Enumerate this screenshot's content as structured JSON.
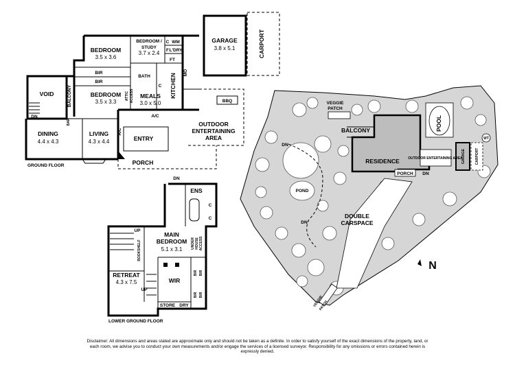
{
  "floorplan": {
    "ground_floor": {
      "title": "GROUND FLOOR",
      "rooms": {
        "void": {
          "name": "VOID"
        },
        "balcony": {
          "name": "BALCONY"
        },
        "dining": {
          "name": "DINING",
          "dims": "4.4 x 4.3"
        },
        "living": {
          "name": "LIVING",
          "dims": "4.3 x 4.4"
        },
        "bedroom1": {
          "name": "BEDROOM",
          "dims": "3.5 x 3.6"
        },
        "bedroom2": {
          "name": "BEDROOM",
          "dims": "3.5 x 3.3"
        },
        "bedroom_study": {
          "name": "BEDROOM /",
          "name2": "STUDY",
          "dims": "3.7 x 2.4"
        },
        "meals": {
          "name": "MEALS",
          "dims": "3.0 x 5.0"
        },
        "kitchen": {
          "name": "KITCHEN"
        },
        "entry": {
          "name": "ENTRY"
        },
        "porch": {
          "name": "PORCH"
        },
        "outdoor": {
          "line1": "OUTDOOR",
          "line2": "ENTERTAINING",
          "line3": "AREA"
        },
        "garage": {
          "name": "GARAGE",
          "dims": "3.8 x 5.1"
        },
        "carport": {
          "name": "CARPORT"
        }
      },
      "fixtures": {
        "bir": "BIR",
        "bath": "BATH",
        "wm": "WM",
        "c": "C",
        "fr": "F",
        "ldry": "L'DRY",
        "ft": "FT",
        "mo": "MO",
        "bbq": "BBQ",
        "ac": "A/C",
        "bar": "BAR",
        "attic": "ATTIC",
        "access": "ACCESS",
        "dn": "DN"
      }
    },
    "lower_ground_floor": {
      "title": "LOWER GROUND FLOOR",
      "rooms": {
        "main_bedroom": {
          "name": "MAIN",
          "name2": "BEDROOM",
          "dims": "5.1 x 3.1"
        },
        "retreat": {
          "name": "RETREAT",
          "dims": "4.3 x 7.5"
        },
        "wir": {
          "name": "WIR"
        },
        "ens": {
          "name": "ENS"
        },
        "under_house": {
          "line1": "UNDER",
          "line2": "HOUSE",
          "line3": "ACCESS"
        }
      },
      "fixtures": {
        "store": "STORE",
        "dry": "DRY",
        "bookshelf": "BOOKSHELF",
        "up": "UP",
        "dn": "DN",
        "c": "C",
        "bir": "BIR"
      }
    },
    "site_plan": {
      "balcony": "BALCONY",
      "residence": "RESIDENCE",
      "porch": "PORCH",
      "pool": "POOL",
      "garage": "GARAGE",
      "carport": "CARPORT",
      "pond": "POND",
      "double_carspace": {
        "line1": "DOUBLE",
        "line2": "CARSPACE"
      },
      "veggie_patch": "VEGGIE",
      "veggie_patch2": "PATCH",
      "outdoor_area": "OUTDOOR ENTERTAINING AREA",
      "dn": "DN",
      "wt": "WT",
      "north": "N"
    },
    "disclaimer": "Disclaimer: All dimensions and areas stated are approximate only and should not be taken as a definite. In order to satisfy yourself of the exact dimensions of the property, land, or each room, we advise you to conduct your own measurements and/or engage the services of a licensed surveyor. Responsibility for any omissions or errors contained herein is expressly denied."
  }
}
